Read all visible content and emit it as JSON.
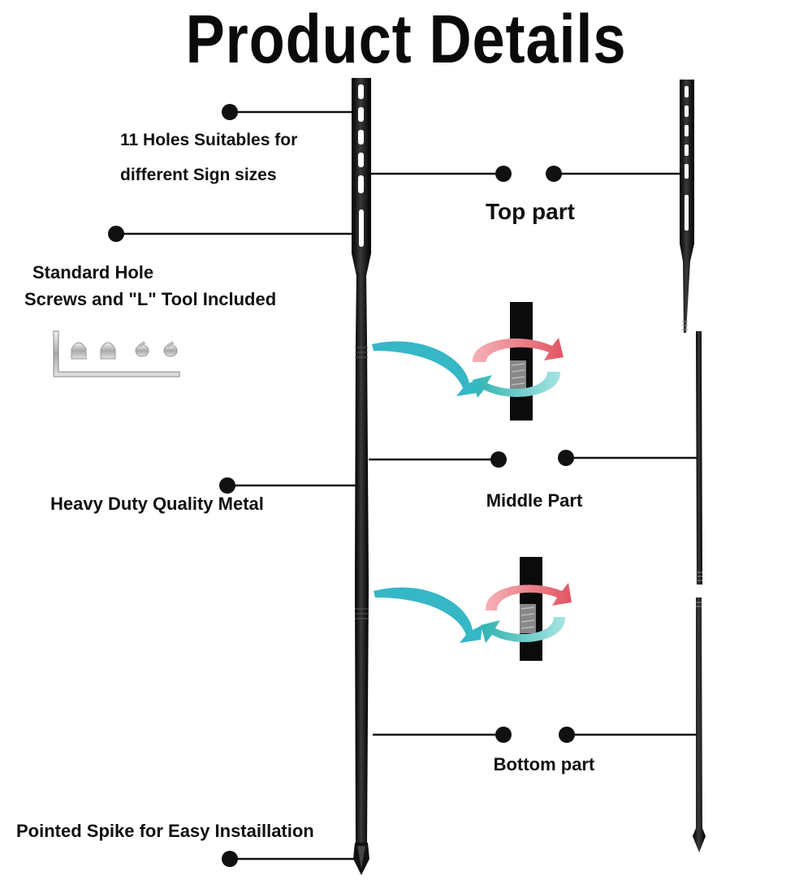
{
  "title": "Product Details",
  "left_labels": {
    "holes_line1": "11 Holes Suitables for",
    "holes_line2": "different Sign sizes",
    "hardware_line1": "Standard Hole",
    "hardware_line2": "Screws and \"L\" Tool  Included",
    "metal": "Heavy Duty Quality Metal",
    "spike": "Pointed Spike for Easy Instaillation"
  },
  "part_labels": {
    "top": "Top part",
    "middle": "Middle Part",
    "bottom": "Bottom part"
  },
  "icons": [
    "allen-key-icon",
    "acorn-nut-icon",
    "button-screw-icon",
    "twist-connect-icon",
    "curved-arrow-icon"
  ],
  "colors": {
    "stake": "#0d0d0d",
    "arrow": "#35b7c6",
    "rotate_red": "#ef7a85",
    "rotate_teal": "#5fc8c8",
    "hardware": "#c9c9c9"
  }
}
